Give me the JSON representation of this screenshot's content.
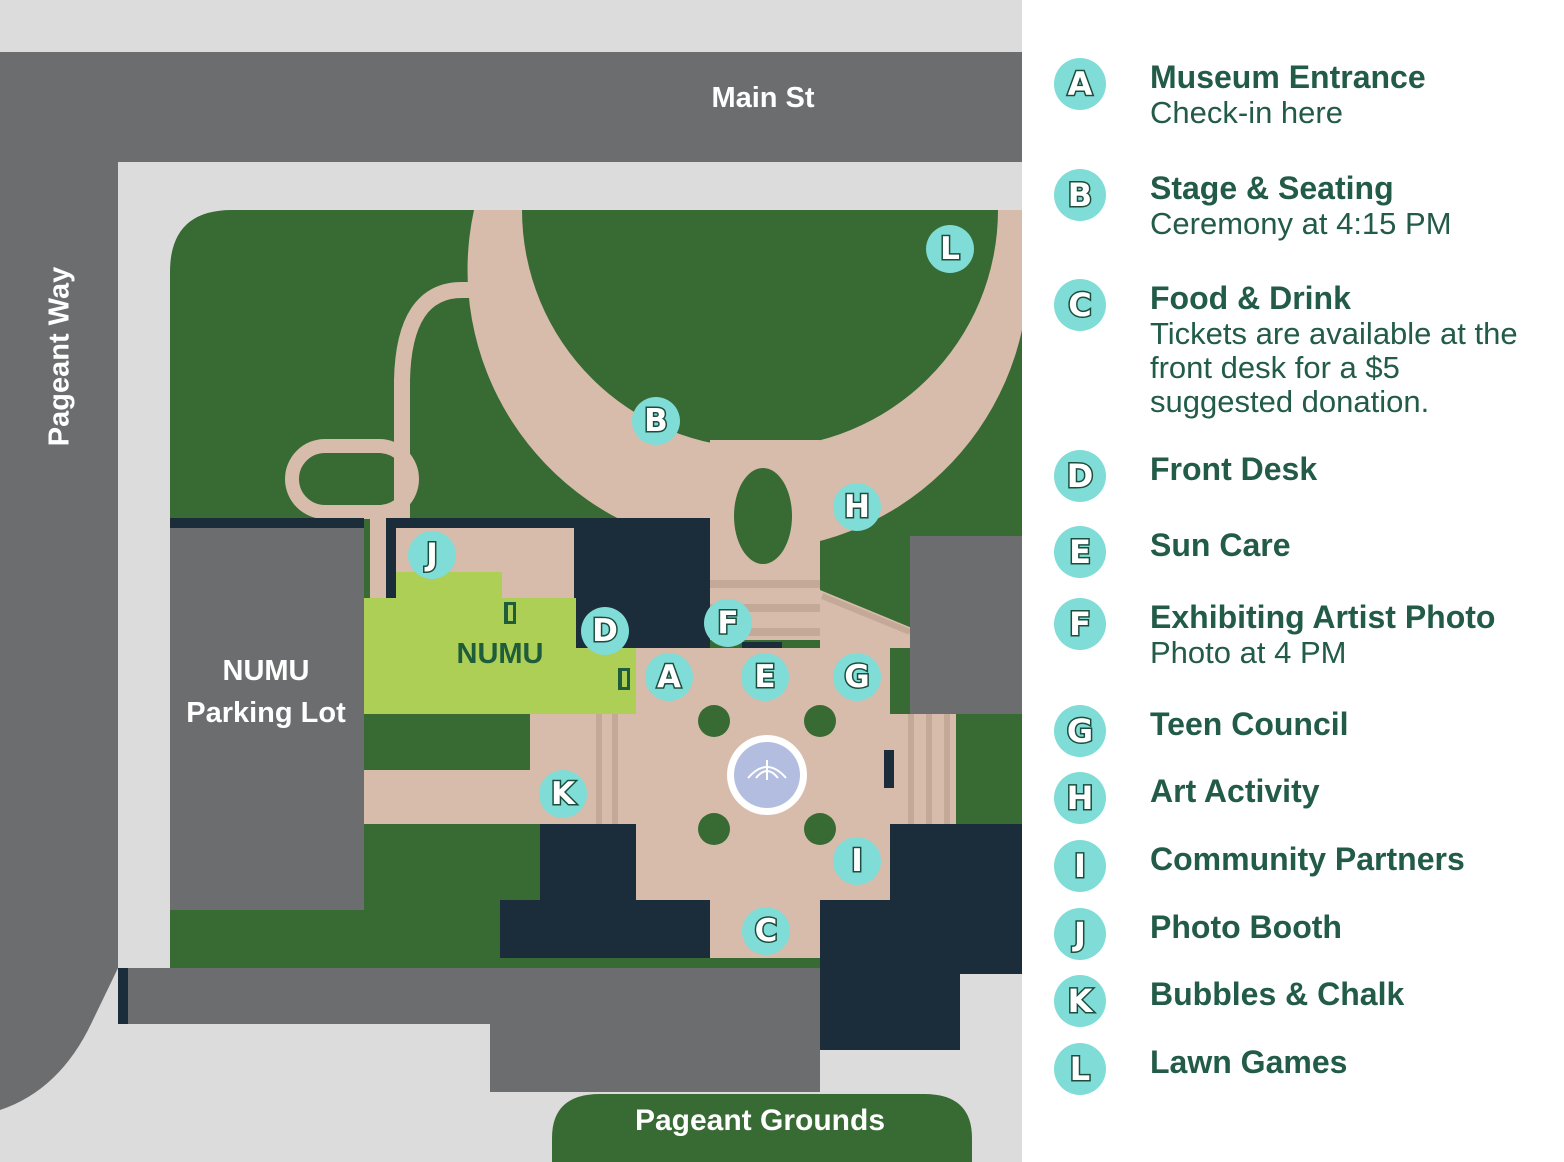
{
  "colors": {
    "road": "#6c6d6e",
    "sidewalk": "#dcdcdc",
    "lawn": "#386a34",
    "path": "#d8bcab",
    "building": "#1b2c3b",
    "numu": "#adcf55",
    "marker": "#7fdcd6",
    "legend_text": "#225b48",
    "fountain": "#b3bde0"
  },
  "map": {
    "road_main": "Main St",
    "road_side": "Pageant Way",
    "grounds": "Pageant Grounds",
    "parking": "NUMU Parking Lot",
    "building": "NUMU",
    "markers": [
      "A",
      "B",
      "C",
      "D",
      "E",
      "F",
      "G",
      "H",
      "I",
      "J",
      "K",
      "L"
    ]
  },
  "legend": [
    {
      "letter": "A",
      "title": "Museum Entrance",
      "note": "Check-in here"
    },
    {
      "letter": "B",
      "title": "Stage & Seating",
      "note": "Ceremony at 4:15 PM"
    },
    {
      "letter": "C",
      "title": "Food & Drink",
      "note": "Tickets are available at the front desk for a $5 suggested donation."
    },
    {
      "letter": "D",
      "title": "Front Desk",
      "note": ""
    },
    {
      "letter": "E",
      "title": "Sun Care",
      "note": ""
    },
    {
      "letter": "F",
      "title": "Exhibiting Artist Photo",
      "note": "Photo at 4 PM"
    },
    {
      "letter": "G",
      "title": "Teen Council",
      "note": ""
    },
    {
      "letter": "H",
      "title": "Art Activity",
      "note": ""
    },
    {
      "letter": "I",
      "title": "Community Partners",
      "note": ""
    },
    {
      "letter": "J",
      "title": "Photo Booth",
      "note": ""
    },
    {
      "letter": "K",
      "title": "Bubbles & Chalk",
      "note": ""
    },
    {
      "letter": "L",
      "title": "Lawn Games",
      "note": ""
    }
  ]
}
